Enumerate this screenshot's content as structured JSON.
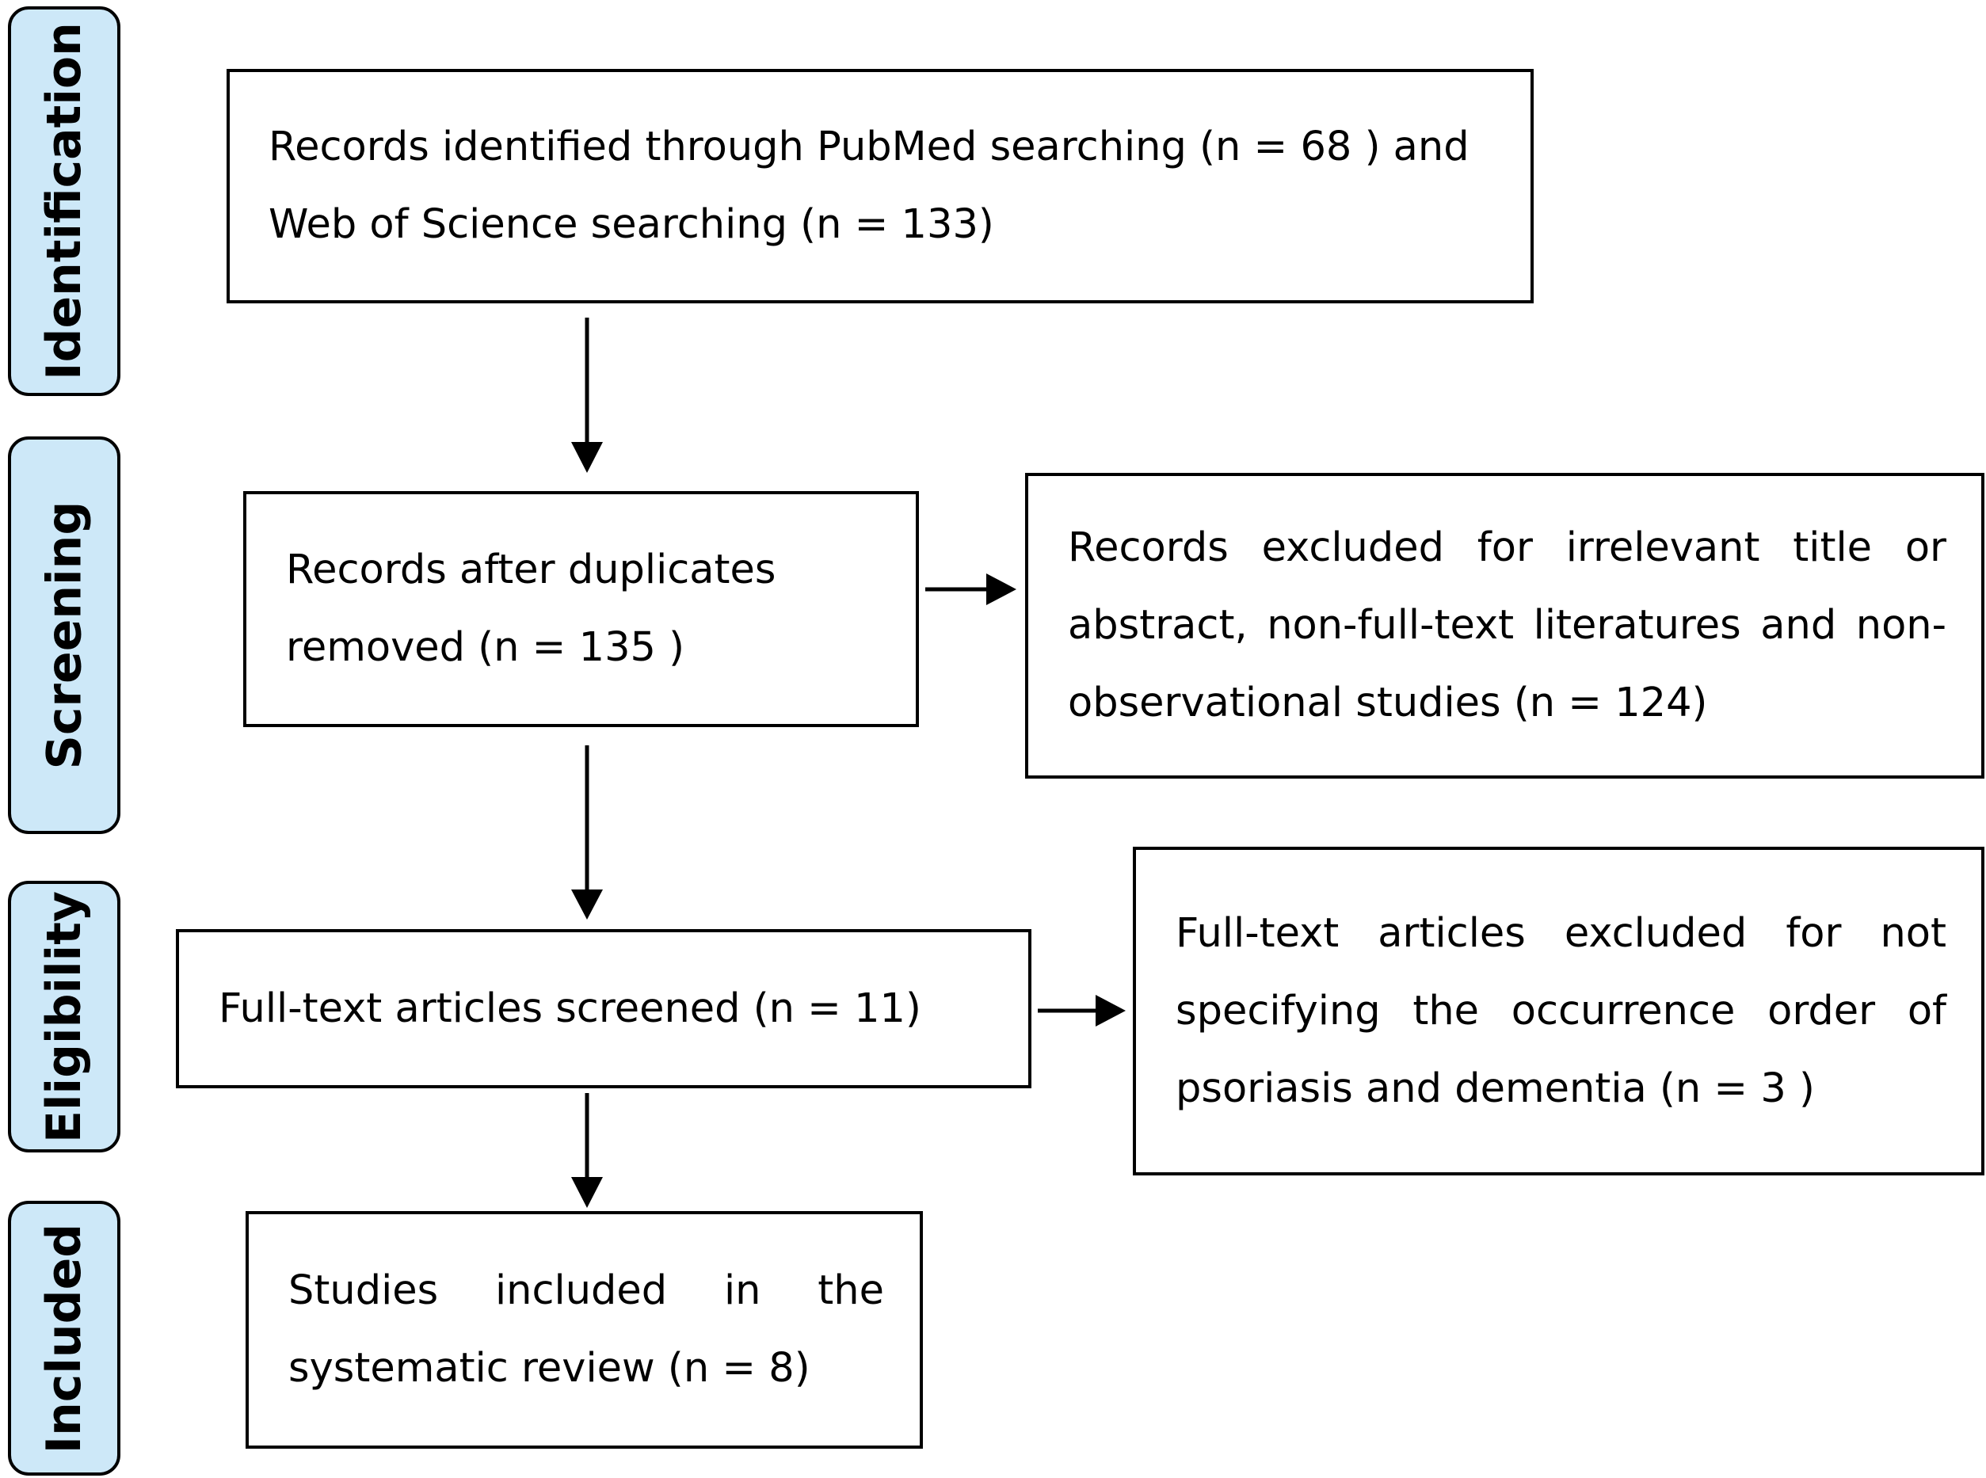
{
  "stages": {
    "identification": "Identification",
    "screening": "Screening",
    "eligibility": "Eligibility",
    "included": "Included"
  },
  "boxes": {
    "identified": "Records identified through PubMed searching (n = 68 ) and Web of Science searching (n = 133)",
    "after_duplicates": "Records after duplicates removed (n = 135 )",
    "excluded_title_abstract": "Records excluded for irrelevant title or abstract, non-full-text literatures and non-observational studies (n = 124)",
    "fulltext_screened": "Full-text articles screened (n = 11)",
    "fulltext_excluded": "Full-text articles excluded for not specifying the occurrence order of psoriasis and dementia (n = 3 )",
    "studies_included": "Studies included in the systematic review (n = 8)"
  },
  "colors": {
    "stage_fill": "#cde8f8",
    "line": "#000000"
  }
}
